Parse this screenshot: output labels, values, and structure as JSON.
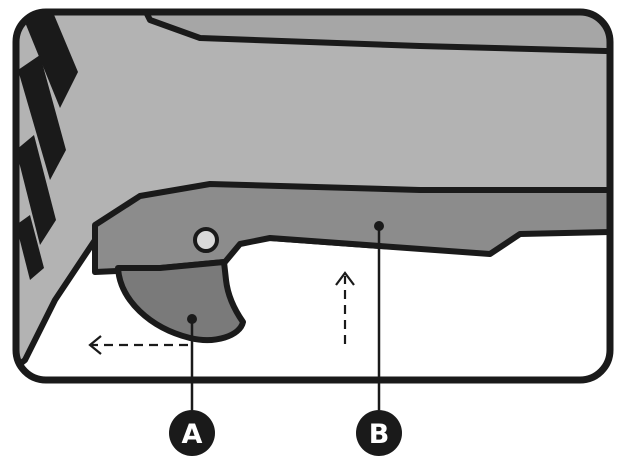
{
  "callouts": {
    "a": {
      "label": "A"
    },
    "b": {
      "label": "B"
    }
  },
  "colors": {
    "outline": "#1a1a1a",
    "body_gray": "#b3b3b3",
    "top_band_gray": "#a6a6a6",
    "trigger_gray": "#8c8c8c",
    "trigger_dark": "#7a7a7a",
    "stripe_black": "#1a1a1a",
    "pin": "#d9d9d9",
    "background": "#ffffff"
  },
  "icons": {
    "arrow_a": "dashed-arrow-left",
    "arrow_b": "dashed-arrow-up"
  }
}
